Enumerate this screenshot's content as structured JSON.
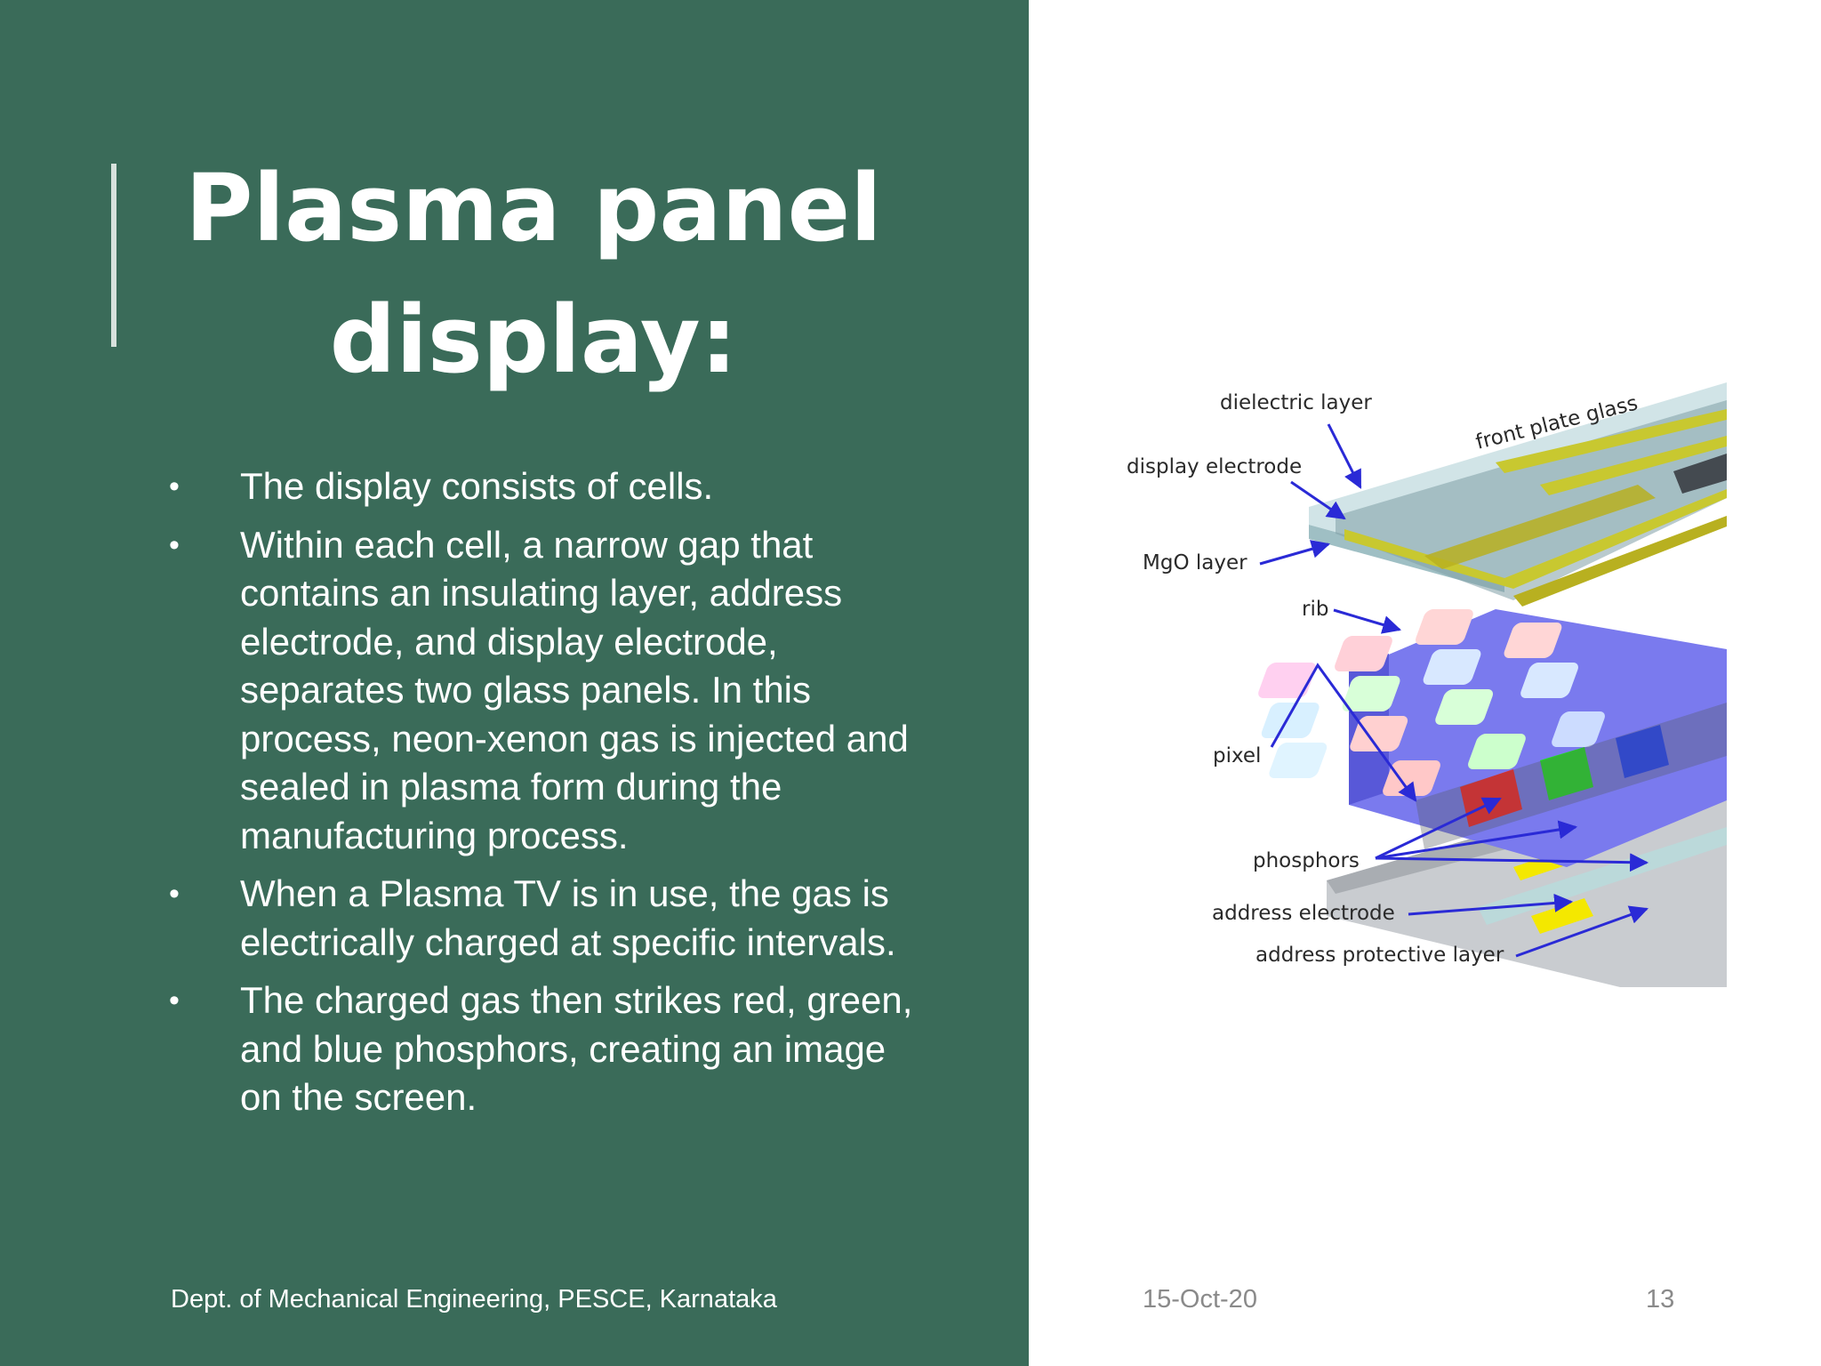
{
  "slide": {
    "title": "Plasma panel display:",
    "bullets": [
      "The display consists of cells.",
      "Within each cell, a narrow gap that contains an insulating layer, address electrode, and display electrode, separates two glass panels. In this process, neon-xenon gas is injected and sealed in plasma form during the manufacturing process.",
      "When a Plasma TV is in use, the gas is electrically charged at specific intervals.",
      "The charged gas then strikes red, green, and blue phosphors, creating an image on the screen."
    ],
    "bullet_symbol": "•",
    "footer": {
      "department": "Dept. of Mechanical Engineering, PESCE, Karnataka",
      "date": "15-Oct-20",
      "page_number": "13"
    }
  },
  "diagram": {
    "labels": {
      "dielectric_layer": "dielectric layer",
      "front_plate_glass": "front plate glass",
      "display_electrode": "display electrode",
      "mgo_layer": "MgO layer",
      "rib": "rib",
      "pixel": "pixel",
      "phosphors": "phosphors",
      "address_electrode": "address electrode",
      "address_protective_layer": "address protective layer"
    }
  },
  "colors": {
    "panel_green": "#3a6b59",
    "text_white": "#ffffff",
    "footer_gray": "#8a8a8a",
    "arrow_blue": "#2a2ad6"
  }
}
